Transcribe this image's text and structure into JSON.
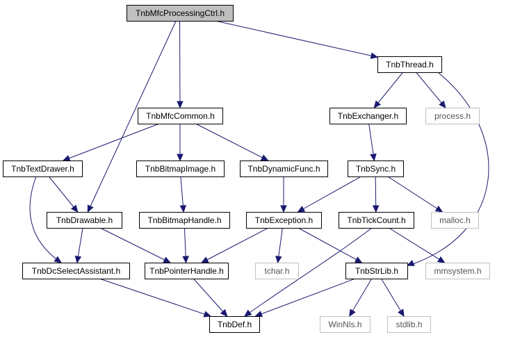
{
  "diagram": {
    "colors": {
      "edge": "#191970",
      "root_fill": "#bfbfbf",
      "node_border": "#000000",
      "dim_border": "#bfbfbf"
    },
    "nodes": [
      {
        "id": "root",
        "label": "TnbMfcProcessingCtrl.h",
        "kind": "root"
      },
      {
        "id": "thread",
        "label": "TnbThread.h",
        "kind": "normal"
      },
      {
        "id": "mfccommon",
        "label": "TnbMfcCommon.h",
        "kind": "normal"
      },
      {
        "id": "exchanger",
        "label": "TnbExchanger.h",
        "kind": "normal"
      },
      {
        "id": "process",
        "label": "process.h",
        "kind": "dim"
      },
      {
        "id": "textdrawer",
        "label": "TnbTextDrawer.h",
        "kind": "normal"
      },
      {
        "id": "bitmapimage",
        "label": "TnbBitmapImage.h",
        "kind": "normal"
      },
      {
        "id": "dynamicfunc",
        "label": "TnbDynamicFunc.h",
        "kind": "normal"
      },
      {
        "id": "sync",
        "label": "TnbSync.h",
        "kind": "normal"
      },
      {
        "id": "drawable",
        "label": "TnbDrawable.h",
        "kind": "normal"
      },
      {
        "id": "bitmaphandle",
        "label": "TnbBitmapHandle.h",
        "kind": "normal"
      },
      {
        "id": "exception",
        "label": "TnbException.h",
        "kind": "normal"
      },
      {
        "id": "tickcount",
        "label": "TnbTickCount.h",
        "kind": "normal"
      },
      {
        "id": "malloc",
        "label": "malloc.h",
        "kind": "dim"
      },
      {
        "id": "dcselect",
        "label": "TnbDcSelectAssistant.h",
        "kind": "normal"
      },
      {
        "id": "pointerhandle",
        "label": "TnbPointerHandle.h",
        "kind": "normal"
      },
      {
        "id": "tchar",
        "label": "tchar.h",
        "kind": "dim"
      },
      {
        "id": "strlib",
        "label": "TnbStrLib.h",
        "kind": "normal"
      },
      {
        "id": "mmsystem",
        "label": "mmsystem.h",
        "kind": "dim"
      },
      {
        "id": "def",
        "label": "TnbDef.h",
        "kind": "normal"
      },
      {
        "id": "winnls",
        "label": "WinNls.h",
        "kind": "dim"
      },
      {
        "id": "stdlib",
        "label": "stdlib.h",
        "kind": "dim"
      }
    ],
    "edges": [
      {
        "from": "root",
        "to": "thread"
      },
      {
        "from": "root",
        "to": "mfccommon"
      },
      {
        "from": "root",
        "to": "drawable"
      },
      {
        "from": "thread",
        "to": "exchanger"
      },
      {
        "from": "thread",
        "to": "process"
      },
      {
        "from": "thread",
        "to": "strlib"
      },
      {
        "from": "mfccommon",
        "to": "textdrawer"
      },
      {
        "from": "mfccommon",
        "to": "bitmapimage"
      },
      {
        "from": "mfccommon",
        "to": "dynamicfunc"
      },
      {
        "from": "exchanger",
        "to": "sync"
      },
      {
        "from": "textdrawer",
        "to": "drawable"
      },
      {
        "from": "textdrawer",
        "to": "dcselect"
      },
      {
        "from": "bitmapimage",
        "to": "bitmaphandle"
      },
      {
        "from": "dynamicfunc",
        "to": "exception"
      },
      {
        "from": "sync",
        "to": "exception"
      },
      {
        "from": "sync",
        "to": "tickcount"
      },
      {
        "from": "sync",
        "to": "malloc"
      },
      {
        "from": "drawable",
        "to": "dcselect"
      },
      {
        "from": "drawable",
        "to": "pointerhandle"
      },
      {
        "from": "bitmaphandle",
        "to": "pointerhandle"
      },
      {
        "from": "exception",
        "to": "pointerhandle"
      },
      {
        "from": "exception",
        "to": "tchar"
      },
      {
        "from": "exception",
        "to": "strlib"
      },
      {
        "from": "tickcount",
        "to": "mmsystem"
      },
      {
        "from": "tickcount",
        "to": "def"
      },
      {
        "from": "dcselect",
        "to": "def"
      },
      {
        "from": "pointerhandle",
        "to": "def"
      },
      {
        "from": "strlib",
        "to": "def"
      },
      {
        "from": "strlib",
        "to": "winnls"
      },
      {
        "from": "strlib",
        "to": "stdlib"
      }
    ]
  }
}
